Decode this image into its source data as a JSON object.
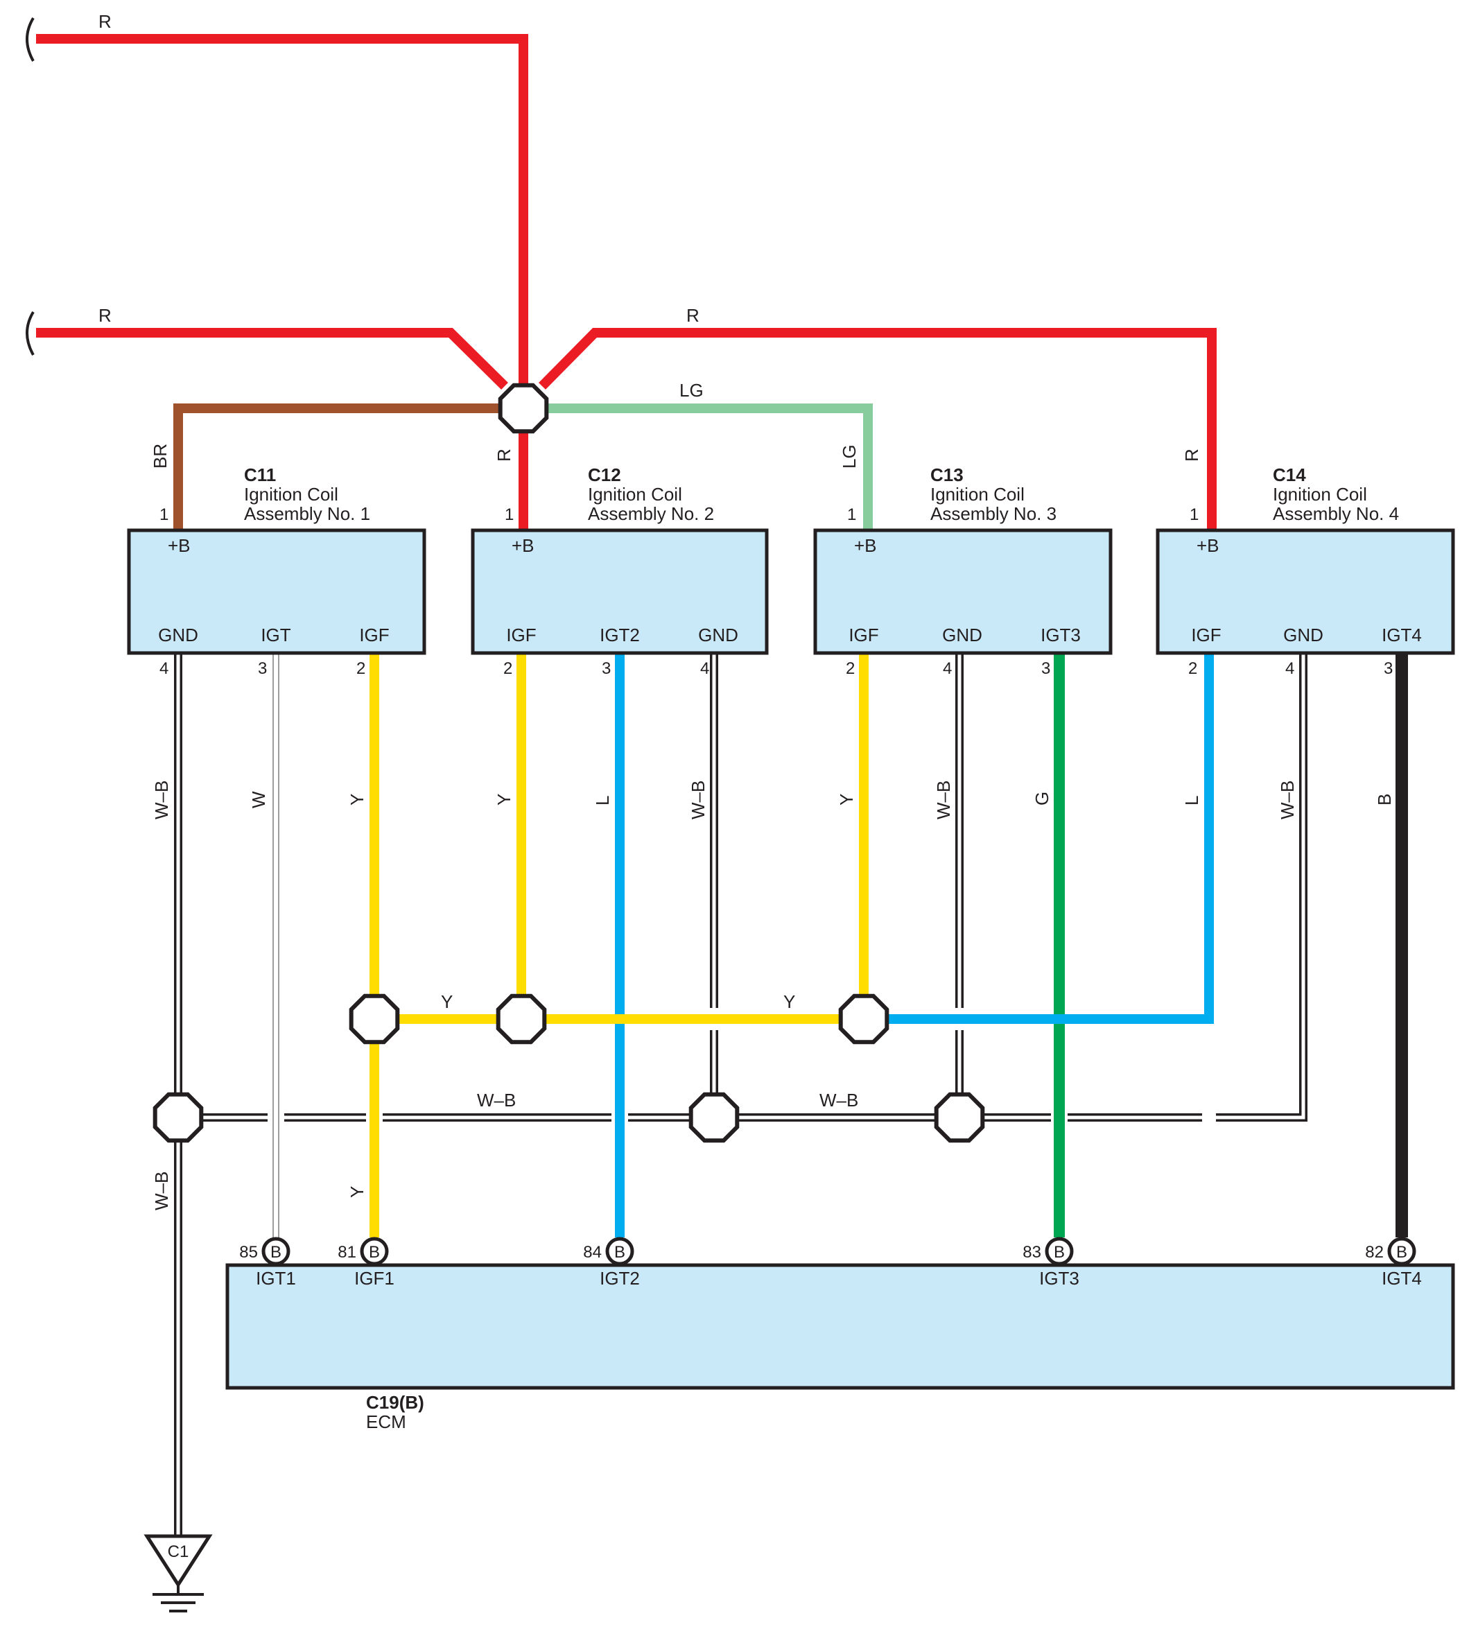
{
  "colors": {
    "R": "#ec1c24",
    "BR": "#a0522d",
    "LG": "#87cc9c",
    "Y": "#ffdd00",
    "L": "#00aeef",
    "G": "#00a651",
    "B": "#231f20",
    "W": "#ffffff",
    "W-B": "#ffffff",
    "box_fill": "#c9e8f8",
    "outline": "#231f20"
  },
  "coils": [
    {
      "code": "C11",
      "name_line1": "Ignition Coil",
      "name_line2": "Assembly No. 1",
      "top_pin": "1",
      "top_label": "+B",
      "bottom_labels": [
        "GND",
        "IGT",
        "IGF"
      ],
      "bottom_pins": [
        "4",
        "3",
        "2"
      ]
    },
    {
      "code": "C12",
      "name_line1": "Ignition Coil",
      "name_line2": "Assembly No. 2",
      "top_pin": "1",
      "top_label": "+B",
      "bottom_labels": [
        "IGF",
        "IGT2",
        "GND"
      ],
      "bottom_pins": [
        "2",
        "3",
        "4"
      ]
    },
    {
      "code": "C13",
      "name_line1": "Ignition Coil",
      "name_line2": "Assembly No. 3",
      "top_pin": "1",
      "top_label": "+B",
      "bottom_labels": [
        "IGF",
        "GND",
        "IGT3"
      ],
      "bottom_pins": [
        "2",
        "4",
        "3"
      ]
    },
    {
      "code": "C14",
      "name_line1": "Ignition Coil",
      "name_line2": "Assembly No. 4",
      "top_pin": "1",
      "top_label": "+B",
      "bottom_labels": [
        "IGF",
        "GND",
        "IGT4"
      ],
      "bottom_pins": [
        "2",
        "4",
        "3"
      ]
    }
  ],
  "ecm": {
    "code": "C19(B)",
    "name": "ECM",
    "connector_letter": "B",
    "terminals": [
      {
        "pin": "85",
        "name": "IGT1"
      },
      {
        "pin": "81",
        "name": "IGF1"
      },
      {
        "pin": "84",
        "name": "IGT2"
      },
      {
        "pin": "83",
        "name": "IGT3"
      },
      {
        "pin": "82",
        "name": "IGT4"
      }
    ]
  },
  "ground": {
    "code": "C1"
  },
  "wire_labels": {
    "top_r1": "R",
    "top_r2": "R",
    "top_r3": "R",
    "br": "BR",
    "lg_h": "LG",
    "lg_v": "LG",
    "r_c12": "R",
    "r_c14": "R",
    "c11_gnd": "W–B",
    "c11_igt": "W",
    "c11_igf": "Y",
    "c12_igf": "Y",
    "c12_igt": "L",
    "c12_gnd": "W–B",
    "c13_igf": "Y",
    "c13_gnd": "W–B",
    "c13_igt": "G",
    "c14_igf": "L",
    "c14_gnd": "W–B",
    "c14_igt": "B",
    "y_bus_1": "Y",
    "y_bus_2": "Y",
    "wb_bus_1": "W–B",
    "wb_bus_2": "W–B",
    "gnd_down": "W–B",
    "igf1_down": "Y"
  }
}
